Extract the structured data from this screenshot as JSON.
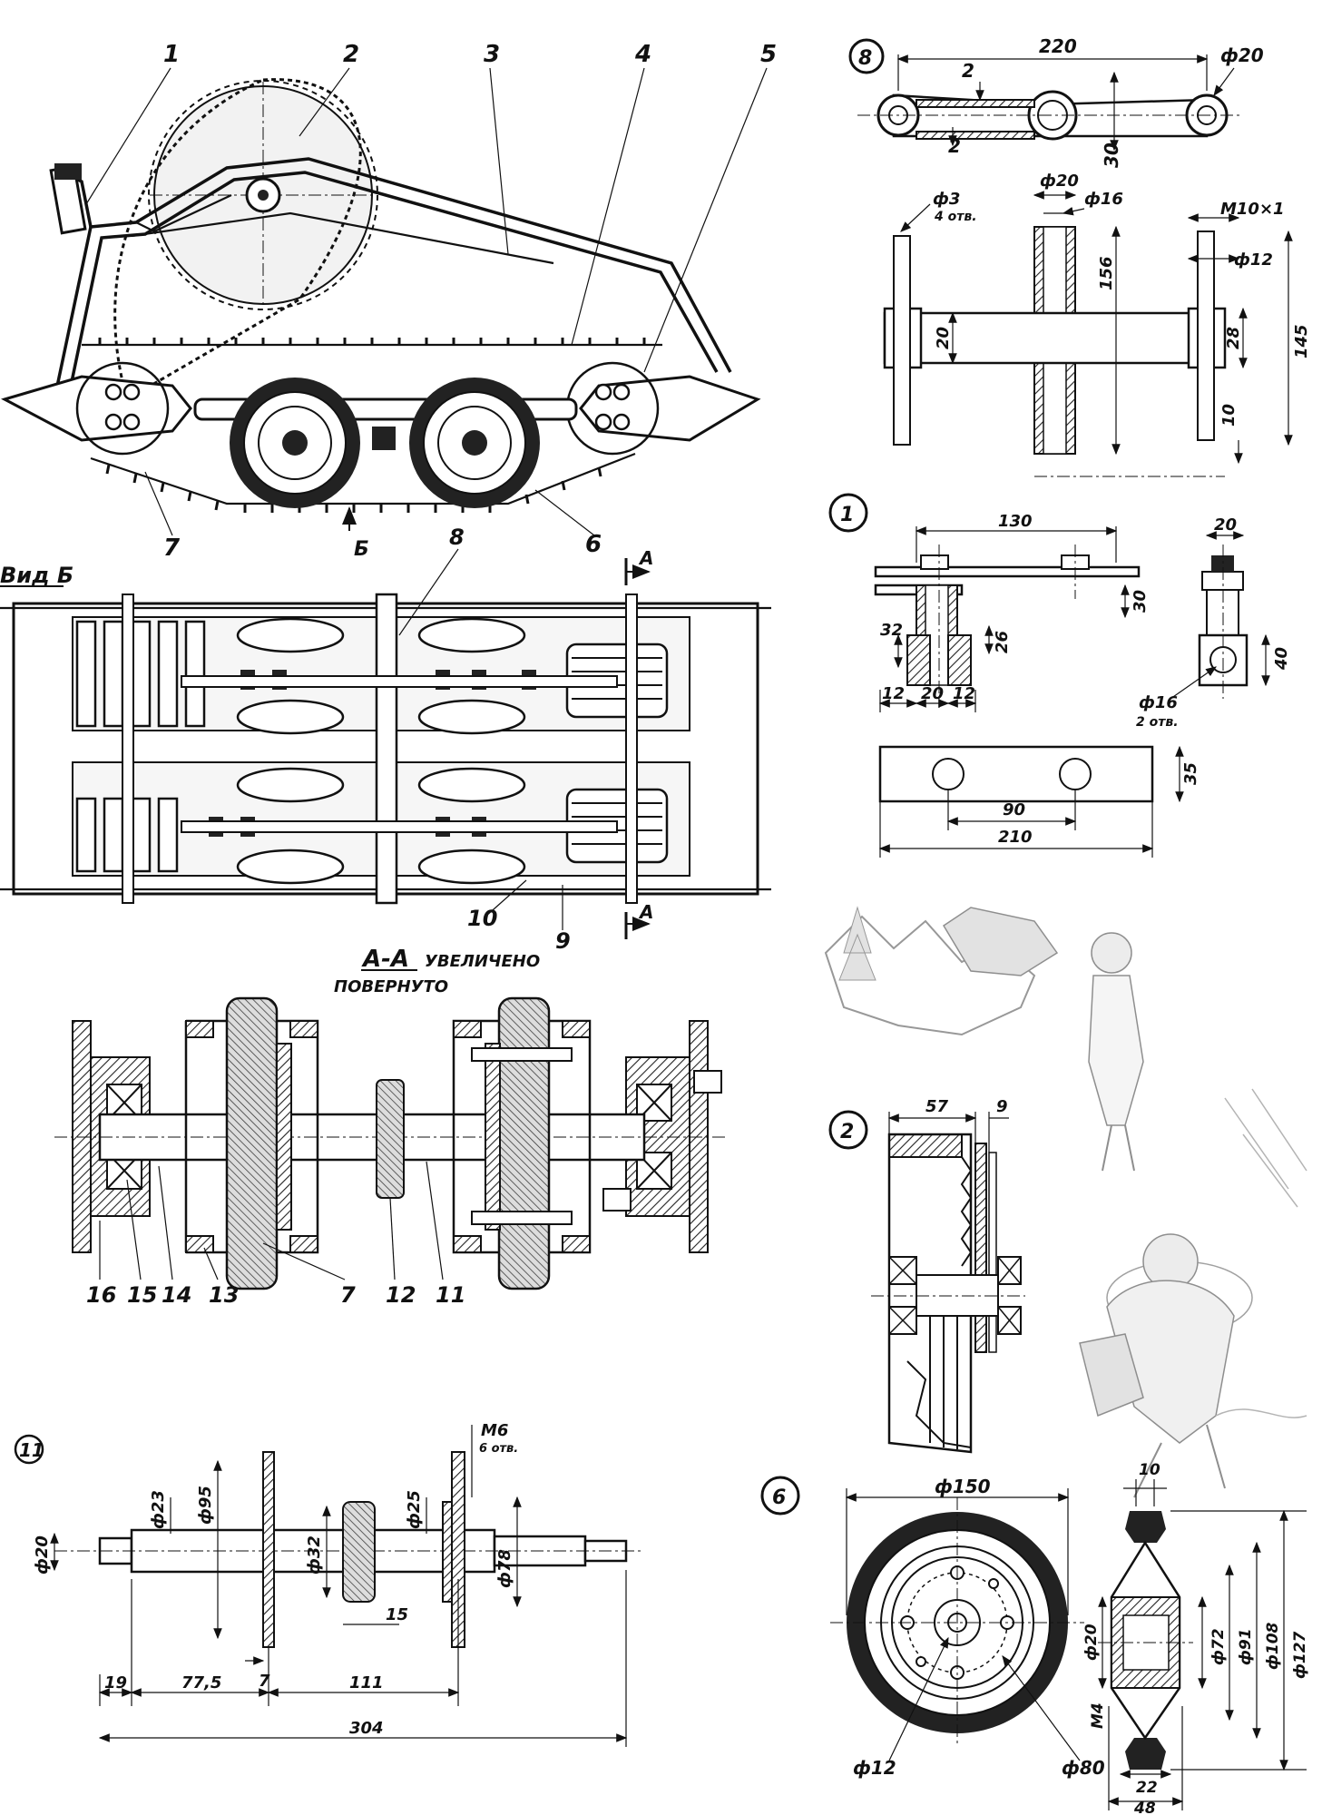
{
  "main_view": {
    "callouts": [
      "1",
      "2",
      "3",
      "4",
      "5",
      "6",
      "7"
    ],
    "arrow_label": "Б"
  },
  "view_b": {
    "title": "Вид Б",
    "callouts": [
      "8",
      "9",
      "10"
    ],
    "section_marker": "A"
  },
  "section_aa": {
    "title": "А-А",
    "subtitle1": "УВЕЛИЧЕНО",
    "subtitle2": "ПОВЕРНУТО",
    "callouts": [
      "16",
      "15",
      "14",
      "13",
      "7",
      "12",
      "11"
    ]
  },
  "part8": {
    "number": "8",
    "dims": {
      "overall": "220",
      "wall": "2",
      "dia": "ф20",
      "wall2": "2",
      "h": "30",
      "d1": "ф20",
      "d2": "ф16",
      "d3": "ф3",
      "holes": "4 отв.",
      "thread": "M10×1",
      "d4": "ф12",
      "len1": "156",
      "w1": "20",
      "w2": "28",
      "total": "145",
      "end": "10"
    }
  },
  "part1": {
    "number": "1",
    "dims": {
      "len": "130",
      "w": "20",
      "h": "30",
      "a": "32",
      "b": "26",
      "c": "40",
      "d": "12",
      "e": "20",
      "f": "12",
      "hole": "ф16",
      "holes": "2 отв.",
      "plate_h": "35",
      "spacing": "90",
      "plate_len": "210"
    }
  },
  "part2": {
    "number": "2",
    "dims": {
      "w": "57",
      "flange": "9"
    }
  },
  "part6": {
    "number": "6",
    "dims": {
      "outer": "ф150",
      "hub": "10",
      "bore": "ф20",
      "d72": "ф72",
      "d91": "ф91",
      "d108": "ф108",
      "d127": "ф127",
      "bolt": "M4",
      "w22": "22",
      "w48": "48",
      "d12": "ф12",
      "d80": "ф80"
    }
  },
  "part11": {
    "number": "11",
    "dims": {
      "thread": "M6",
      "holes": "6 отв.",
      "d20": "ф20",
      "d23": "ф23",
      "d95": "ф95",
      "d32": "ф32",
      "d25": "ф25",
      "d78": "ф78",
      "w15": "15",
      "w7": "7",
      "l19": "19",
      "l775": "77,5",
      "l111": "111",
      "l304": "304"
    }
  }
}
